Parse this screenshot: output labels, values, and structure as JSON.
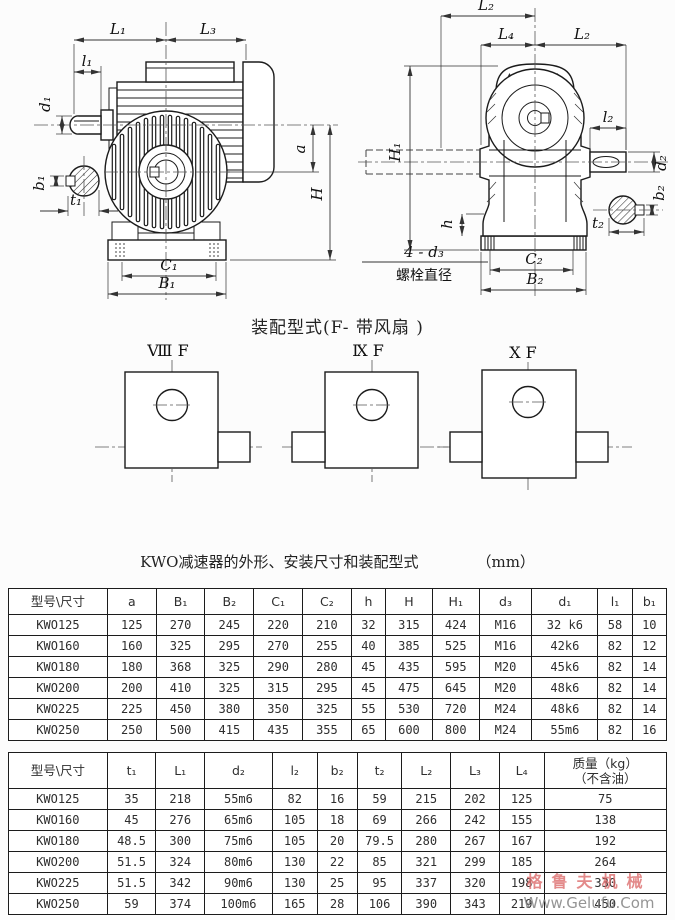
{
  "drawings": {
    "front_view": {
      "labels": {
        "L1": "L₁",
        "L3": "L₃",
        "l1": "l₁",
        "d1": "d₁",
        "a": "a",
        "H": "H",
        "b1": "b₁",
        "t1": "t₁",
        "C1": "C₁",
        "B1": "B₁"
      }
    },
    "side_view": {
      "labels": {
        "L2_top": "L₂",
        "L4": "L₄",
        "L2_right": "L₂",
        "H1": "H₁",
        "l2": "l₂",
        "d2": "d₂",
        "b2": "b₂",
        "t2": "t₂",
        "h": "h",
        "bolt_callout": "4 - d₃",
        "bolt_caption": "螺栓直径",
        "C2": "C₂",
        "B2": "B₂"
      }
    }
  },
  "assembly": {
    "title": "装配型式(F- 带风扇 )",
    "variants": [
      {
        "label": "Ⅷ F"
      },
      {
        "label": "Ⅸ F"
      },
      {
        "label": "Ⅹ F"
      }
    ]
  },
  "table_caption": {
    "text": "KWO减速器的外形、安装尺寸和装配型式",
    "unit": "（mm）"
  },
  "dimension_table_1": {
    "headers": [
      "型号\\尺寸",
      "a",
      "B₁",
      "B₂",
      "C₁",
      "C₂",
      "h",
      "H",
      "H₁",
      "d₃",
      "d₁",
      "l₁",
      "b₁"
    ],
    "rows": [
      [
        "KWO125",
        "125",
        "270",
        "245",
        "220",
        "210",
        "32",
        "315",
        "424",
        "M16",
        "32 k6",
        "58",
        "10"
      ],
      [
        "KWO160",
        "160",
        "325",
        "295",
        "270",
        "255",
        "40",
        "385",
        "525",
        "M16",
        "42k6",
        "82",
        "12"
      ],
      [
        "KWO180",
        "180",
        "368",
        "325",
        "290",
        "280",
        "45",
        "435",
        "595",
        "M20",
        "45k6",
        "82",
        "14"
      ],
      [
        "KWO200",
        "200",
        "410",
        "325",
        "315",
        "295",
        "45",
        "475",
        "645",
        "M20",
        "48k6",
        "82",
        "14"
      ],
      [
        "KWO225",
        "225",
        "450",
        "380",
        "350",
        "325",
        "55",
        "530",
        "720",
        "M24",
        "48k6",
        "82",
        "14"
      ],
      [
        "KWO250",
        "250",
        "500",
        "415",
        "435",
        "355",
        "65",
        "600",
        "800",
        "M24",
        "55m6",
        "82",
        "16"
      ]
    ]
  },
  "dimension_table_2": {
    "headers": [
      "型号\\尺寸",
      "t₁",
      "L₁",
      "d₂",
      "l₂",
      "b₂",
      "t₂",
      "L₂",
      "L₃",
      "L₄",
      "质量（kg）\n（不含油）"
    ],
    "rows": [
      [
        "KWO125",
        "35",
        "218",
        "55m6",
        "82",
        "16",
        "59",
        "215",
        "202",
        "125",
        "75"
      ],
      [
        "KWO160",
        "45",
        "276",
        "65m6",
        "105",
        "18",
        "69",
        "266",
        "242",
        "155",
        "138"
      ],
      [
        "KWO180",
        "48.5",
        "300",
        "75m6",
        "105",
        "20",
        "79.5",
        "280",
        "267",
        "167",
        "192"
      ],
      [
        "KWO200",
        "51.5",
        "324",
        "80m6",
        "130",
        "22",
        "85",
        "321",
        "299",
        "185",
        "264"
      ],
      [
        "KWO225",
        "51.5",
        "342",
        "90m6",
        "130",
        "25",
        "95",
        "337",
        "320",
        "198",
        "330"
      ],
      [
        "KWO250",
        "59",
        "374",
        "100m6",
        "165",
        "28",
        "106",
        "390",
        "343",
        "219",
        "450"
      ]
    ]
  },
  "watermark": {
    "brand": "格鲁夫机械",
    "url": "Www.Gelufu.Com"
  }
}
